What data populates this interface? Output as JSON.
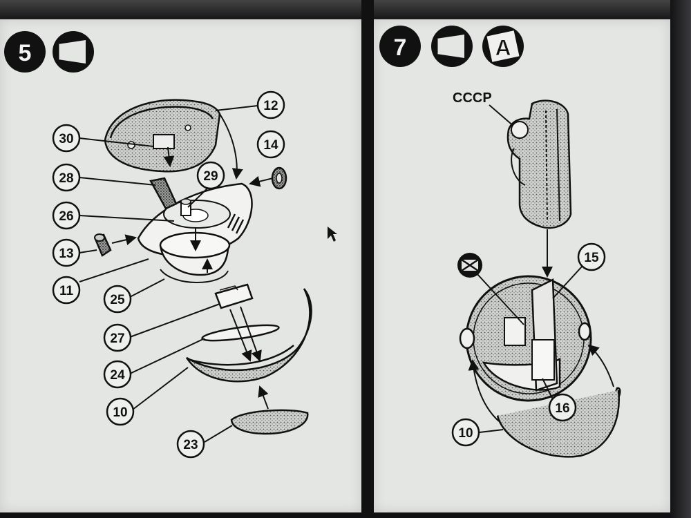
{
  "panels": {
    "left": {
      "step_number": "5",
      "callouts": [
        "12",
        "30",
        "14",
        "28",
        "29",
        "26",
        "13",
        "11",
        "25",
        "27",
        "24",
        "10",
        "23"
      ]
    },
    "right": {
      "step_number": "7",
      "badge_letter": "A",
      "label": "CCCP",
      "callouts": [
        "15",
        "16",
        "10"
      ]
    }
  },
  "colors": {
    "paper": "#e4e6e3",
    "ink": "#111111",
    "frame": "#1a1a1c"
  }
}
